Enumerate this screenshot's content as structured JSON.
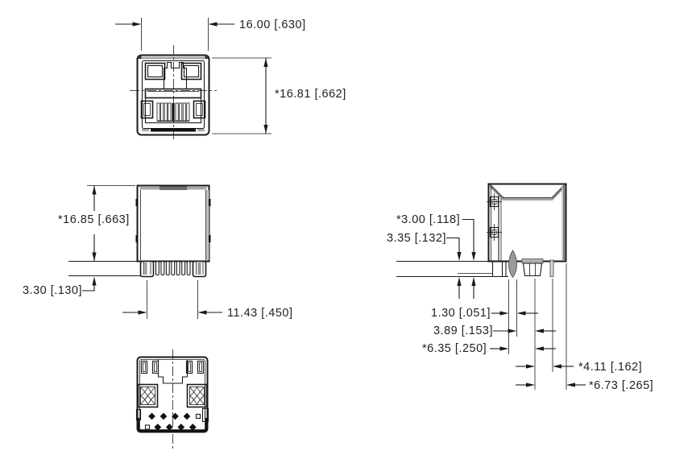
{
  "drawing": {
    "units": "mm [inch]",
    "line_color": "#1a1a1a",
    "shade_color": "#a8a8a8",
    "dims": {
      "front_width": "16.00 [.630]",
      "front_height": "*16.81 [.662]",
      "rear_height": "*16.85 [.663]",
      "standoff_height": "3.30 [.130]",
      "pin_row_span": "11.43 [.450]",
      "post_protrusion": "*3.00 [.118]",
      "side_standoff": "3.35 [.132]",
      "peg_width": "1.30 [.051]",
      "pin_offset_1": "3.89 [.153]",
      "pin_offset_2": "*6.35 [.250]",
      "pin_offset_3": "*4.11 [.162]",
      "pin_offset_4": "*6.73 [.265]"
    }
  }
}
